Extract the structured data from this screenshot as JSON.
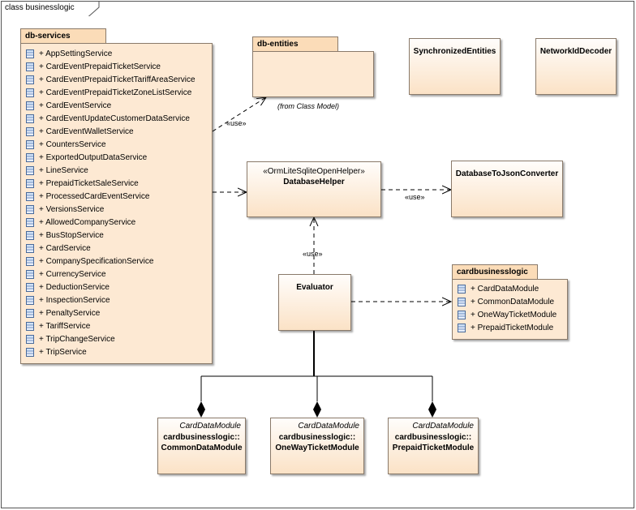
{
  "frame": {
    "title": "class businesslogic"
  },
  "db_services": {
    "name": "db-services",
    "items": [
      "+ AppSettingService",
      "+ CardEventPrepaidTicketService",
      "+ CardEventPrepaidTicketTariffAreaService",
      "+ CardEventPrepaidTicketZoneListService",
      "+ CardEventService",
      "+ CardEventUpdateCustomerDataService",
      "+ CardEventWalletService",
      "+ CountersService",
      "+ ExportedOutputDataService",
      "+ LineService",
      "+ PrepaidTicketSaleService",
      "+ ProcessedCardEventService",
      "+ VersionsService",
      "+ AllowedCompanyService",
      "+ BusStopService",
      "+ CardService",
      "+ CompanySpecificationService",
      "+ CurrencyService",
      "+ DeductionService",
      "+ InspectionService",
      "+ PenaltyService",
      "+ TariffService",
      "+ TripChangeService",
      "+ TripService"
    ]
  },
  "db_entities": {
    "name": "db-entities",
    "note": "(from Class Model)"
  },
  "synchronized_entities": {
    "name": "SynchronizedEntities"
  },
  "network_id_decoder": {
    "name": "NetworkIdDecoder"
  },
  "database_helper": {
    "stereotype": "«OrmLiteSqliteOpenHelper»",
    "name": "DatabaseHelper"
  },
  "database_to_json": {
    "name": "DatabaseToJsonConverter"
  },
  "evaluator": {
    "name": "Evaluator"
  },
  "cardbusinesslogic": {
    "name": "cardbusinesslogic",
    "items": [
      "+ CardDataModule",
      "+ CommonDataModule",
      "+ OneWayTicketModule",
      "+ PrepaidTicketModule"
    ]
  },
  "modules": [
    {
      "stereotype": "CardDataModule",
      "line1": "cardbusinesslogic::",
      "line2": "CommonDataModule"
    },
    {
      "stereotype": "CardDataModule",
      "line1": "cardbusinesslogic::",
      "line2": "OneWayTicketModule"
    },
    {
      "stereotype": "CardDataModule",
      "line1": "cardbusinesslogic::",
      "line2": "PrepaidTicketModule"
    }
  ],
  "edge_labels": {
    "use1": "«use»",
    "use2": "«use»",
    "use3": "«use»"
  }
}
